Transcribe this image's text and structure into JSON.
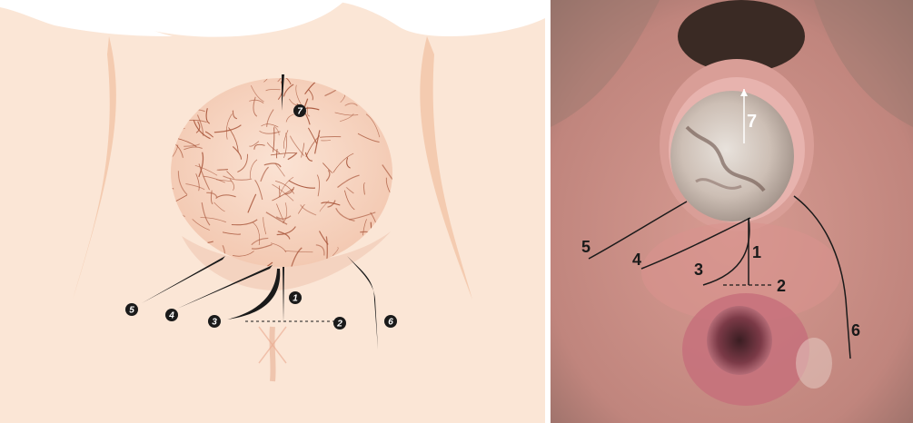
{
  "colors": {
    "skin_light": "#fbe7d8",
    "skin_shadow": "#f2cdb4",
    "hair_lesion": "#f6d3bf",
    "hair_strand": "#a8553a",
    "leader_line": "#1a1a1a",
    "badge_fill": "#1a1a1a",
    "photo_skin": "#c98d86",
    "photo_dark": "#4b2a28",
    "photo_lesion": "#d6cfc8",
    "label_dark": "#1a1a1a",
    "label_light": "#ffffff"
  },
  "illustration": {
    "markers": [
      {
        "id": "1",
        "text": "1"
      },
      {
        "id": "2",
        "text": "2"
      },
      {
        "id": "3",
        "text": "3"
      },
      {
        "id": "4",
        "text": "4"
      },
      {
        "id": "5",
        "text": "5"
      },
      {
        "id": "6",
        "text": "6"
      },
      {
        "id": "7",
        "text": "7"
      }
    ]
  },
  "photo": {
    "labels": [
      {
        "id": "1",
        "text": "1"
      },
      {
        "id": "2",
        "text": "2"
      },
      {
        "id": "3",
        "text": "3"
      },
      {
        "id": "4",
        "text": "4"
      },
      {
        "id": "5",
        "text": "5"
      },
      {
        "id": "6",
        "text": "6"
      },
      {
        "id": "7",
        "text": "7"
      }
    ]
  }
}
